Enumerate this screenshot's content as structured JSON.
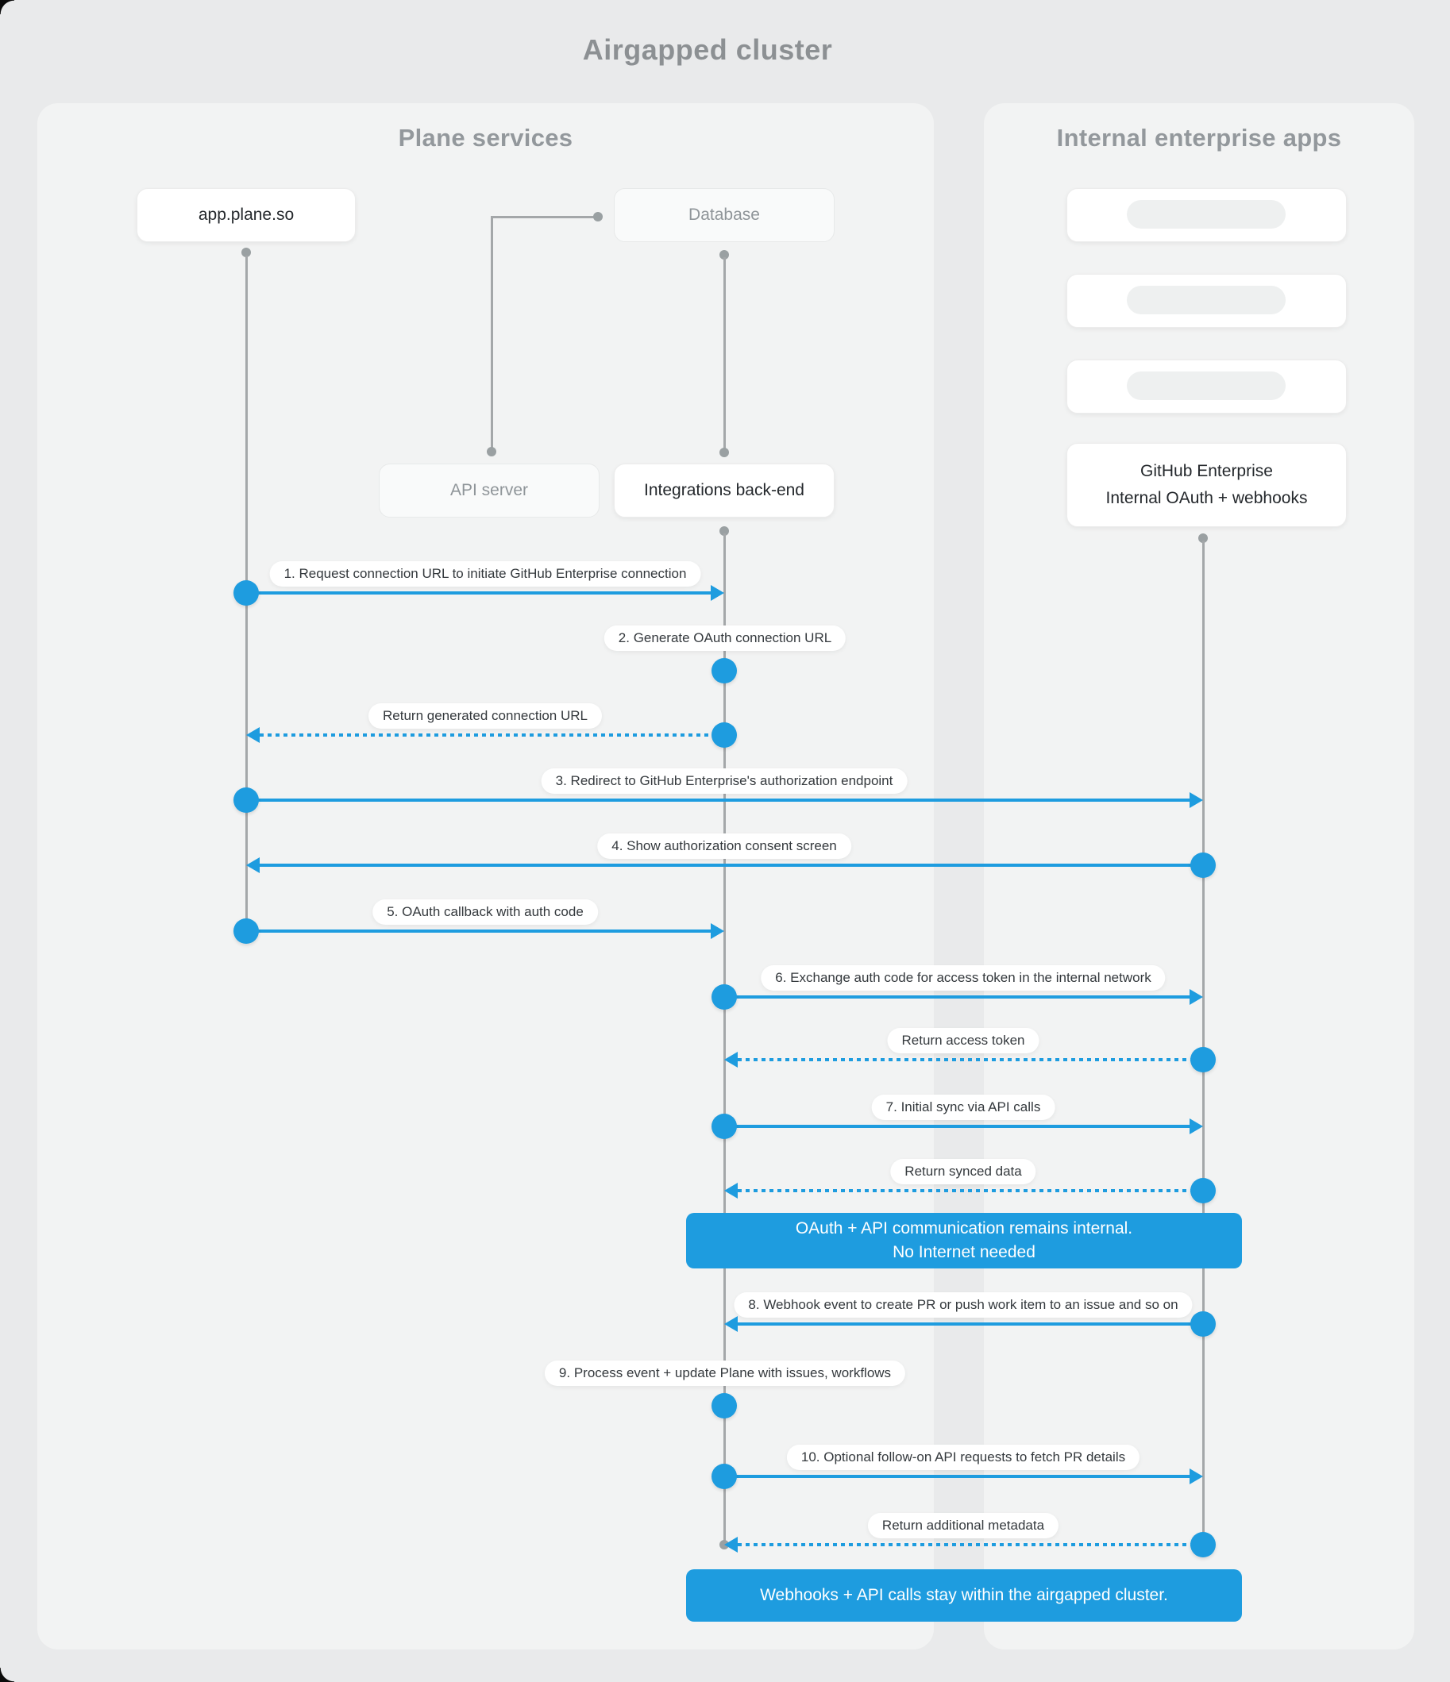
{
  "title": "Airgapped cluster",
  "panels": {
    "left": {
      "header": "Plane services"
    },
    "right": {
      "header": "Internal enterprise apps"
    }
  },
  "actors": {
    "app": "app.plane.so",
    "database": "Database",
    "api_server": "API server",
    "integrations": "Integrations back-end",
    "github_line1": "GitHub Enterprise",
    "github_line2": "Internal OAuth + webhooks"
  },
  "placeholders": {
    "count": 3
  },
  "messages": [
    {
      "label": "1. Request connection URL to initiate GitHub Enterprise connection"
    },
    {
      "label": "2. Generate OAuth connection URL"
    },
    {
      "label": "Return generated connection URL"
    },
    {
      "label": "3. Redirect to GitHub Enterprise's authorization endpoint"
    },
    {
      "label": "4. Show authorization consent screen"
    },
    {
      "label": "5. OAuth callback with auth code"
    },
    {
      "label": "6. Exchange auth code for access token in the internal network"
    },
    {
      "label": "Return access token"
    },
    {
      "label": "7. Initial sync via API calls"
    },
    {
      "label": "Return synced data"
    },
    {
      "label": "8. Webhook event to create PR  or push work item to an issue  and so on"
    },
    {
      "label": "9. Process event + update Plane with issues, workflows"
    },
    {
      "label": "10. Optional follow-on API requests to fetch PR details"
    },
    {
      "label": "Return additional metadata"
    }
  ],
  "banners": {
    "internal_line1": "OAuth + API communication remains internal.",
    "internal_line2": "No Internet needed",
    "airgapped": "Webhooks + API calls stay within the airgapped cluster."
  },
  "colors": {
    "accent_blue": "#1e9cdf",
    "page_background": "#e9eaeb",
    "panel_background": "#f2f3f3",
    "lifeline_gray": "#a4a7a9",
    "dark_text": "#24282c",
    "muted_text": "#8f9599"
  }
}
